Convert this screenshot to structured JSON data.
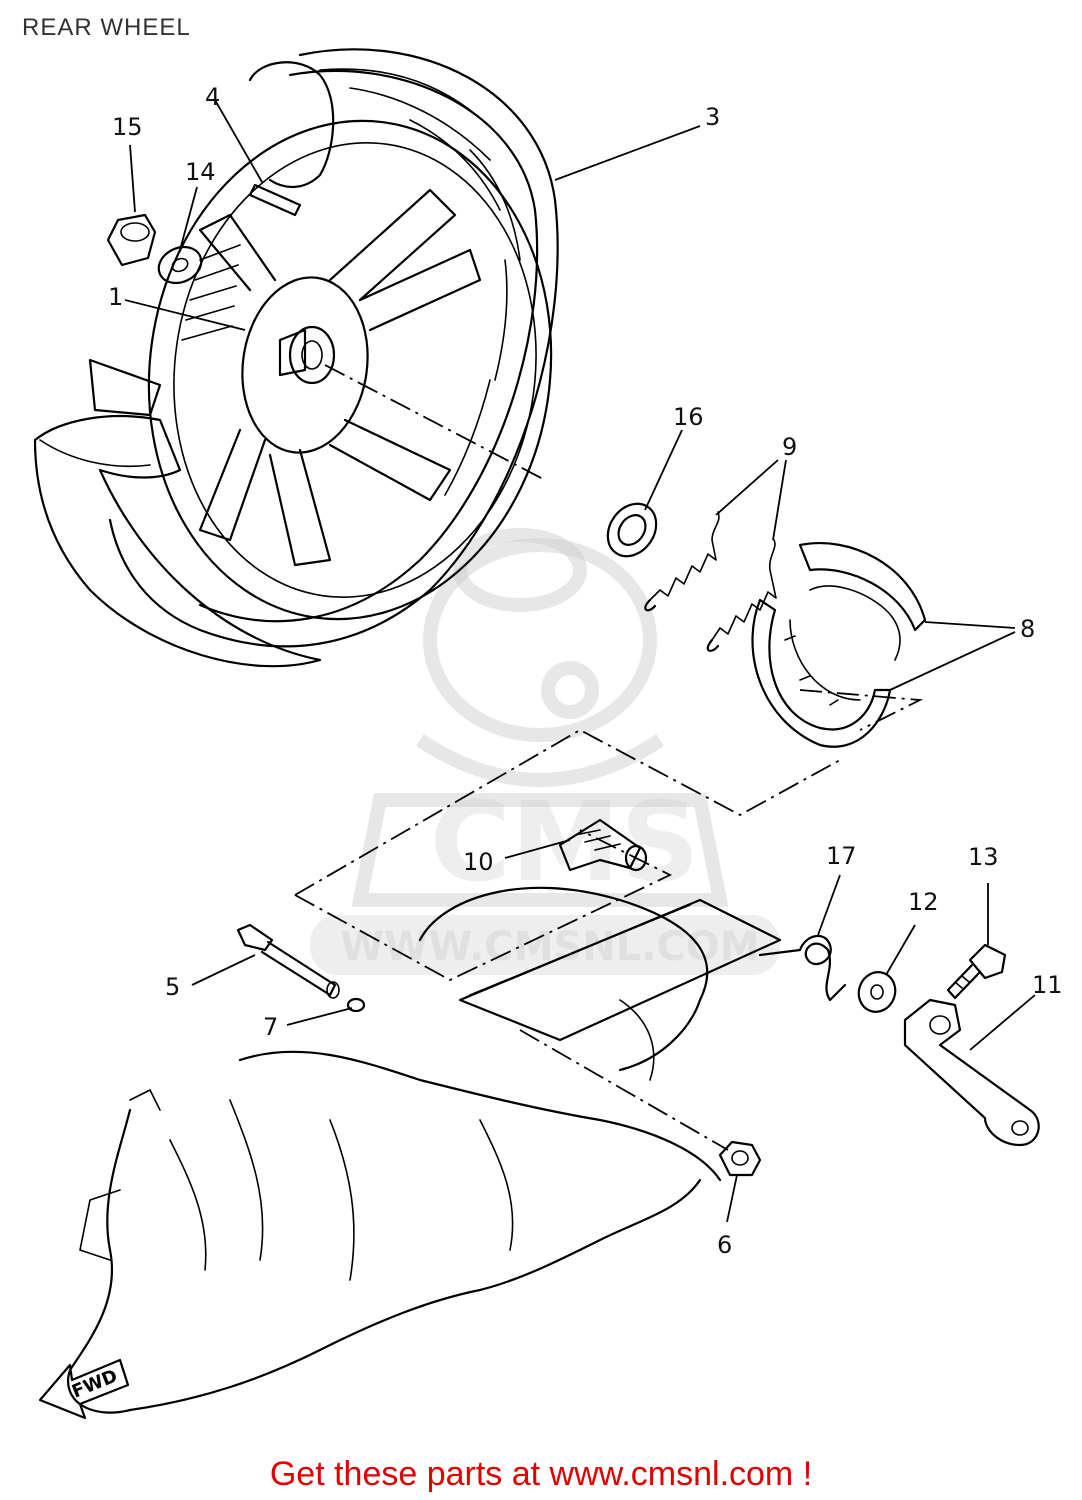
{
  "title": "REAR WHEEL",
  "watermark": {
    "logo_text": "CMS",
    "url_text": "WWW.CMSNL.COM"
  },
  "fwd_label": "FWD",
  "callouts": {
    "c1": "1",
    "c3": "3",
    "c4": "4",
    "c5": "5",
    "c6": "6",
    "c7": "7",
    "c8": "8",
    "c9": "9",
    "c10": "10",
    "c11": "11",
    "c12": "12",
    "c13": "13",
    "c14": "14",
    "c15": "15",
    "c16": "16",
    "c17": "17"
  },
  "footer_text": "Get these parts at www.cmsnl.com !",
  "colors": {
    "footer": "#e00000",
    "line_art": "#000000",
    "watermark": "#c9c9c9"
  }
}
